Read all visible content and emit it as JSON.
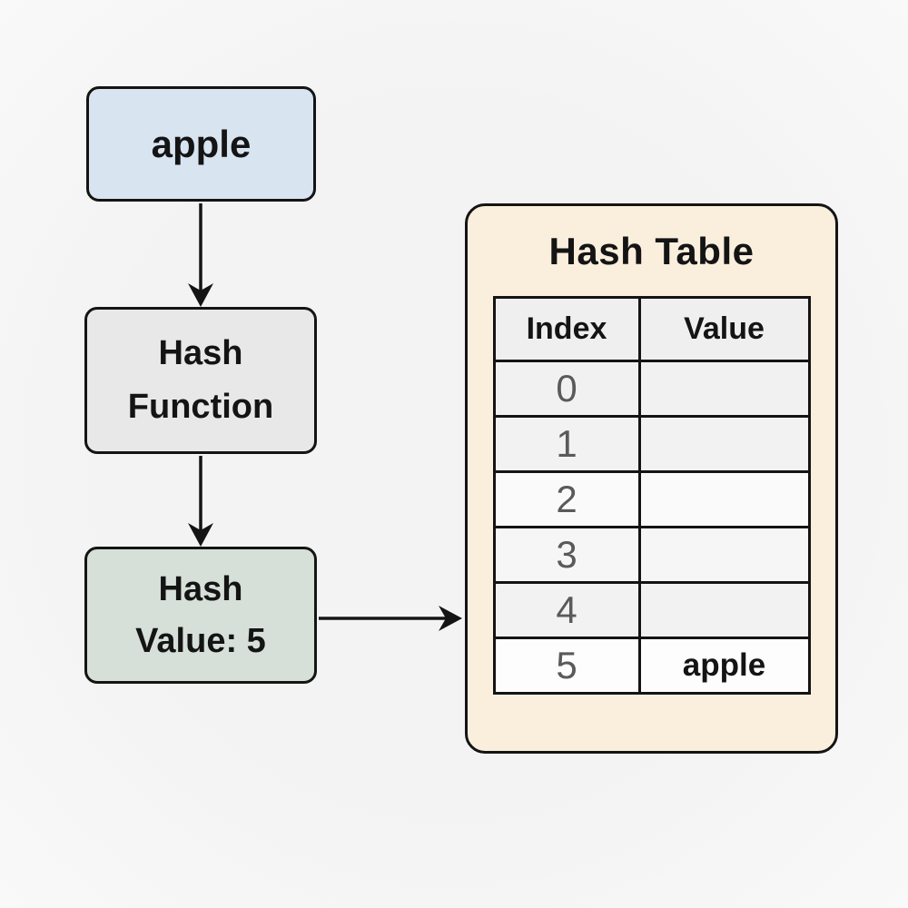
{
  "diagram": {
    "background_color": "#f4f4f4",
    "stroke_color": "#141414",
    "flow": {
      "input_box": {
        "label": "apple",
        "fill": "#d9e4f1"
      },
      "function_box": {
        "line1": "Hash",
        "line2": "Function",
        "fill": "#e8e8e8"
      },
      "value_box": {
        "line1": "Hash",
        "line2": "Value: 5",
        "fill": "#d6e0d8"
      },
      "arrows": [
        "input-to-function",
        "function-to-value",
        "value-to-table"
      ]
    },
    "hash_table": {
      "title": "Hash Table",
      "fill": "#faeedd",
      "header": {
        "index": "Index",
        "value": "Value"
      },
      "rows": [
        {
          "index": "0",
          "value": ""
        },
        {
          "index": "1",
          "value": ""
        },
        {
          "index": "2",
          "value": ""
        },
        {
          "index": "3",
          "value": ""
        },
        {
          "index": "4",
          "value": ""
        },
        {
          "index": "5",
          "value": "apple"
        }
      ]
    }
  }
}
